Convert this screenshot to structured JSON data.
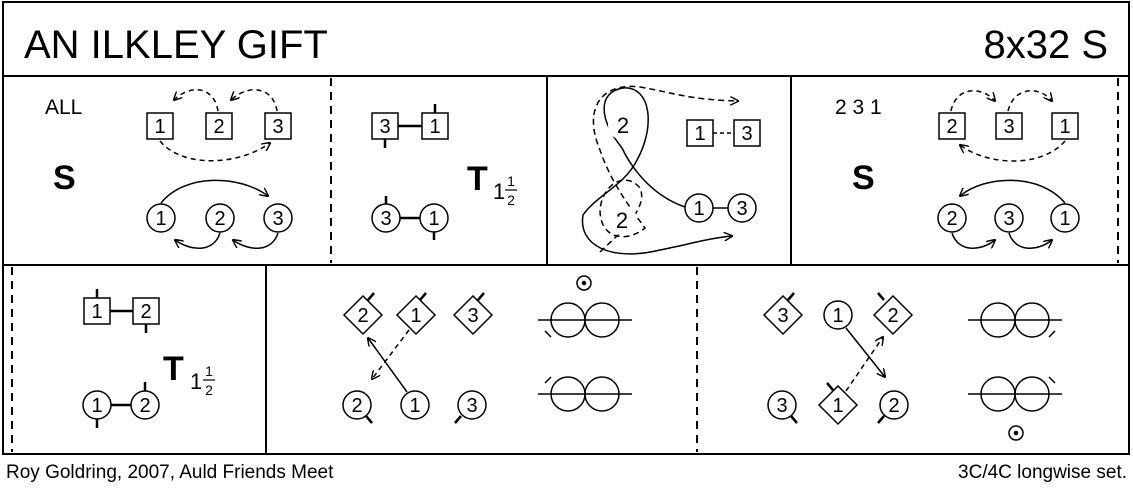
{
  "title": "AN ILKLEY GIFT",
  "format": "8x32 S",
  "bars": {
    "b1": {
      "label": "ALL",
      "move": "S",
      "boxes": [
        "1",
        "2",
        "3"
      ],
      "circles": [
        "1",
        "2",
        "3"
      ]
    },
    "b2": {
      "move": "T",
      "frac_int": "1",
      "frac_num": "1",
      "frac_den": "2",
      "boxes": [
        "3",
        "1"
      ],
      "circles": [
        "3",
        "1"
      ]
    },
    "b3": {
      "loop_top": "2",
      "loop_bottom": "2",
      "boxes": [
        "1",
        "3"
      ],
      "circles": [
        "1",
        "3"
      ]
    },
    "b4": {
      "label": "2 3 1",
      "move": "S",
      "boxes": [
        "2",
        "3",
        "1"
      ],
      "circles": [
        "2",
        "3",
        "1"
      ]
    },
    "b5": {
      "move": "T",
      "frac_int": "1",
      "frac_num": "1",
      "frac_den": "2",
      "boxes": [
        "1",
        "2"
      ],
      "circles": [
        "1",
        "2"
      ]
    },
    "b6": {
      "diamonds": [
        "2",
        "1",
        "3"
      ],
      "circles": [
        "2",
        "1",
        "3"
      ]
    },
    "b7": {
      "diamonds_top": [
        "3",
        "2"
      ],
      "circles_top": [
        "1"
      ],
      "circles_bottom": [
        "3",
        "2"
      ],
      "diamonds_bottom": [
        "1"
      ]
    }
  },
  "footer": {
    "left": "Roy Goldring, 2007, Auld Friends Meet",
    "right": "3C/4C longwise set."
  }
}
